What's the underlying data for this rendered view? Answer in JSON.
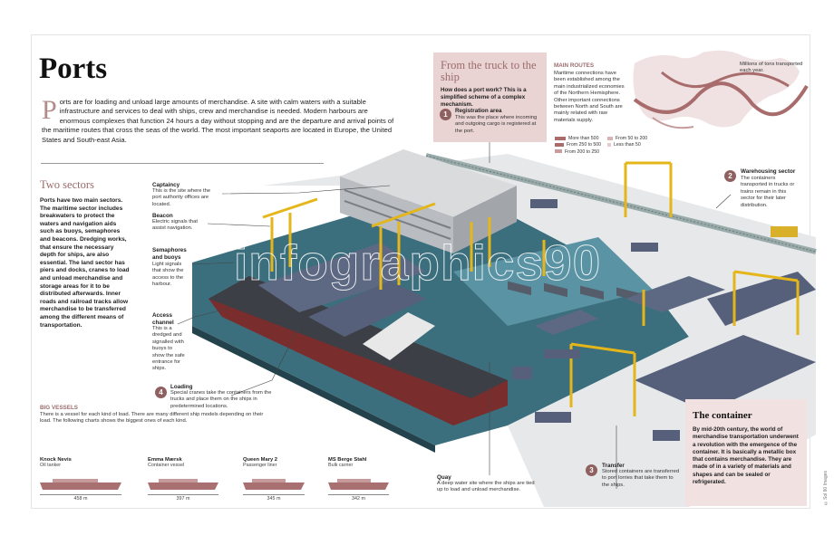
{
  "header": {
    "title": "Ports",
    "intro_drop": "P",
    "intro": "orts are for loading and unload large amounts of merchandise. A site with calm waters with a suitable infrastructure and services to deal with ships, crew and merchandise is needed. Modern harbours are enormous complexes that function 24 hours a day without stopping and are the departure and arrival points of the maritime routes that cross the seas of the world. The most important seaports are located in Europe, the United States and South-east Asia."
  },
  "two_sectors": {
    "heading": "Two sectors",
    "text": "Ports have two main sectors. The maritime sector includes breakwaters to protect the waters and navigation aids such as buoys, semaphores and beacons. Dredging works, that ensure the necessary depth for ships, are also essential. The land sector has piers and docks, cranes to load and unload merchandise and storage areas for it to be distributed afterwards. Inner roads and railroad tracks allow merchandise to be transferred among the different means of transportation."
  },
  "truck_box": {
    "heading": "From the truck to the ship",
    "subtitle": "How does a port work? This is a simplified scheme of a complex mechanism.",
    "step1_num": "1",
    "step1_title": "Registration area",
    "step1_text": "This was the place where incoming and outgoing cargo is registered at the port."
  },
  "routes": {
    "heading": "MAIN ROUTES",
    "text": "Maritime connections have been established among the main industrialized economies of the Northern Hemisphere. Other important connections between North and South are mainly related with raw materials supply.",
    "map_label": "Millions of tons transported each year.",
    "legend": [
      "More than 500",
      "From 250 to 500",
      "From 200 to 250",
      "From 50 to 200",
      "Less than 50"
    ]
  },
  "labels": {
    "captaincy_t": "Captaincy",
    "captaincy": "This is the site where the port authority offices are located.",
    "beacon_t": "Beacon",
    "beacon": "Electric signals that assist navigation.",
    "semaphores_t": "Semaphores and buoys",
    "semaphores": "Light signals that show the access to the harbour.",
    "access_t": "Access channel",
    "access": "This is a dredged and signalled with buoys to show the safe entrance for ships.",
    "loading_num": "4",
    "loading_t": "Loading",
    "loading": "Special cranes take the containers from the trucks and place them on the ships in predetermined locations.",
    "warehousing_num": "2",
    "warehousing_t": "Warehousing sector",
    "warehousing": "The containers transported in trucks or trains remain in this sector for their later distribution.",
    "quay_t": "Quay",
    "quay": "A deep water site where the ships are tied up to load and unload merchandise.",
    "transfer_num": "3",
    "transfer_t": "Transfer",
    "transfer": "Stored containers are transferred to port lorries that take them to the ships."
  },
  "vessels": {
    "heading": "BIG VESSELS",
    "text": "There is a vessel for each kind of load. There are many different ship models depending on their load. The following charts shows the biggest ones of each kind.",
    "ships": [
      {
        "name": "Knock Nevis",
        "type": "Oil tanker",
        "length": "458 m",
        "meters": 458
      },
      {
        "name": "Emma Mærsk",
        "type": "Container vessel",
        "length": "397 m",
        "meters": 397
      },
      {
        "name": "Queen Mary 2",
        "type": "Passenger liner",
        "length": "345 m",
        "meters": 345
      },
      {
        "name": "MS Berge Stahl",
        "type": "Bulk carrier",
        "length": "342 m",
        "meters": 342
      }
    ]
  },
  "container_box": {
    "heading": "The container",
    "text": "By mid-20th century, the world of merchandise transportation underwent a revolution with the emergence of the container. It is basically a metallic box that contains merchandise. They are made of in a variety of materials and shapes and can be sealed or refrigerated."
  },
  "watermark": "infographics90",
  "copyright": "©Sol 90 Images",
  "colors": {
    "accent": "#9b6c6c",
    "box": "#ead3d3",
    "crane": "#e4b619",
    "container": "#56607a",
    "water": "#3c6f7e"
  }
}
